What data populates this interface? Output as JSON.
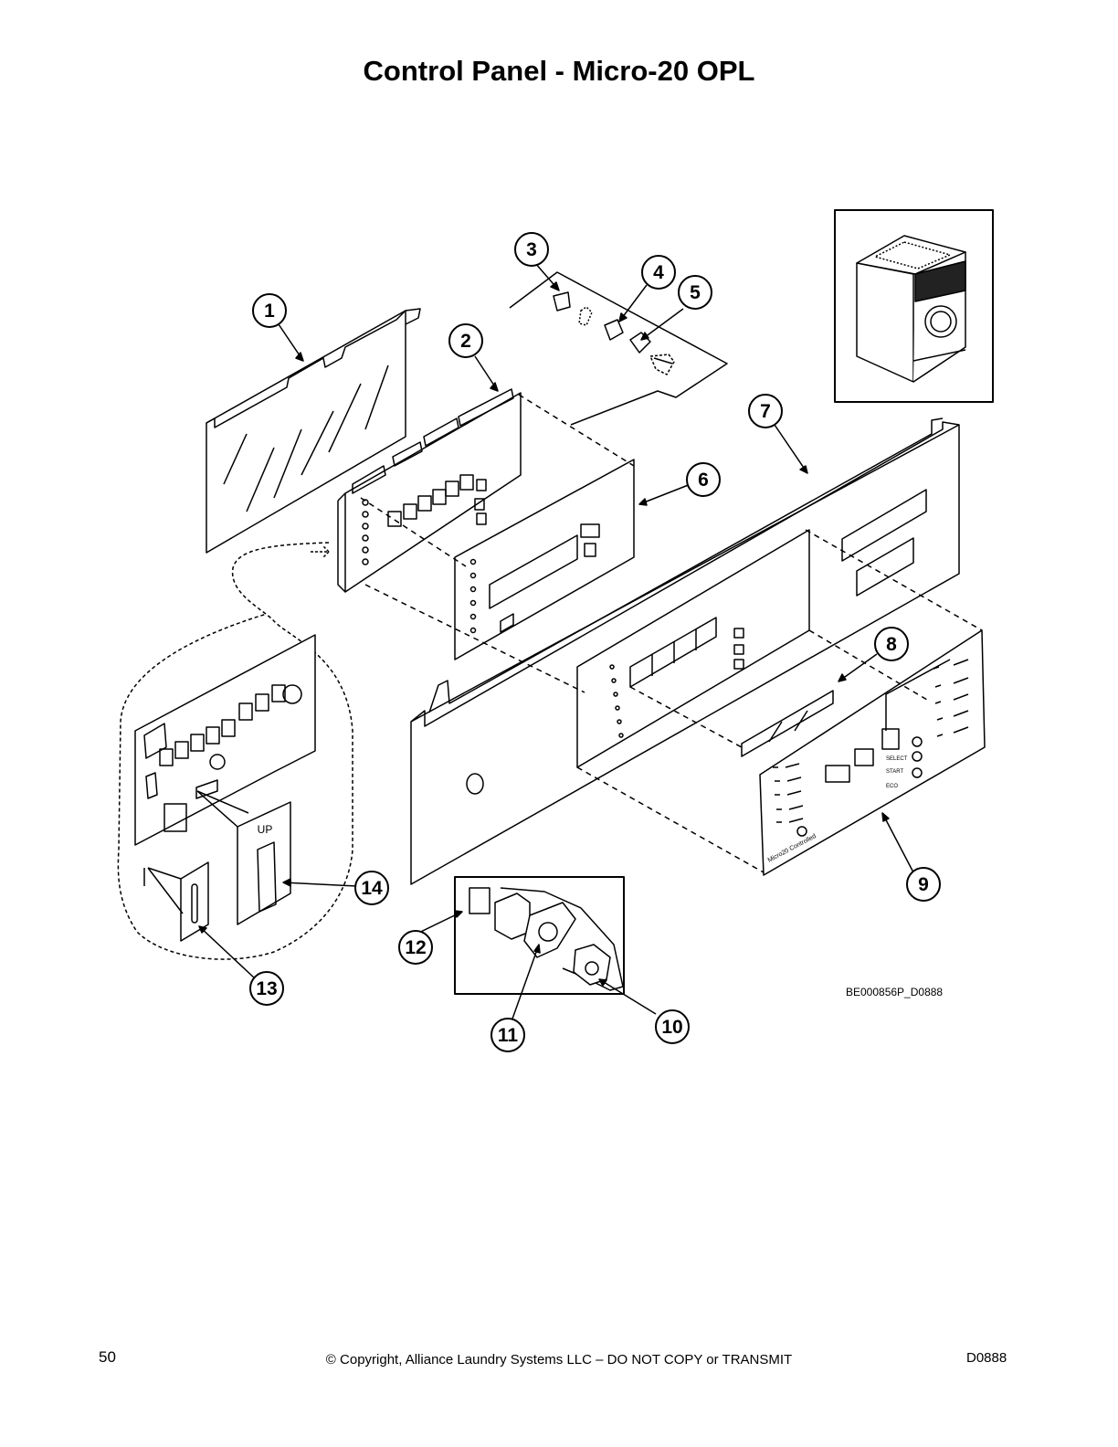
{
  "page": {
    "title": "Control Panel - Micro-20 OPL",
    "page_number": "50",
    "copyright": "© Copyright, Alliance Laundry Systems LLC – DO NOT COPY or TRANSMIT",
    "doc_code": "D0888"
  },
  "diagram": {
    "reference_code": "BE000856P_D0888",
    "callouts": [
      "1",
      "2",
      "3",
      "4",
      "5",
      "6",
      "7",
      "8",
      "9",
      "10",
      "11",
      "12",
      "13",
      "14"
    ],
    "chip_label": "UP",
    "panel_labels": {
      "select": "SELECT",
      "start": "START",
      "eco": "ECO",
      "brand": "Micro20 Controlled"
    }
  }
}
